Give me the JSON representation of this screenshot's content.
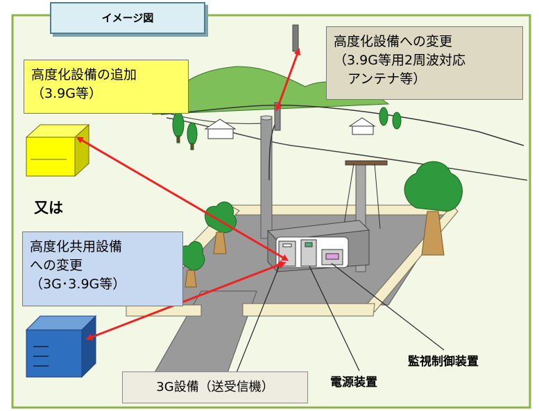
{
  "title_tab": "イメージ図",
  "callout_add": {
    "line1": "高度化設備の追加",
    "line2": "（3.9G等）"
  },
  "callout_change": {
    "line1": "高度化設備への変更",
    "line2": "（3.9G等用2周波対応",
    "line3": "アンテナ等）"
  },
  "connector_word": "又は",
  "callout_shared": {
    "line1": "高度化共用設備",
    "line2": "への変更",
    "line3": "（3G･3.9G等）"
  },
  "label_3g": "3G設備（送受信機）",
  "label_power": "電源装置",
  "label_monitor": "監視制御装置",
  "colors": {
    "arrow": "#ee2222",
    "frame": "#8cb24a",
    "background": "#f3f8e6",
    "yellow_box": "#ffff00",
    "blue_box": "#2e6fbf",
    "tree": "#2e9a3d"
  }
}
